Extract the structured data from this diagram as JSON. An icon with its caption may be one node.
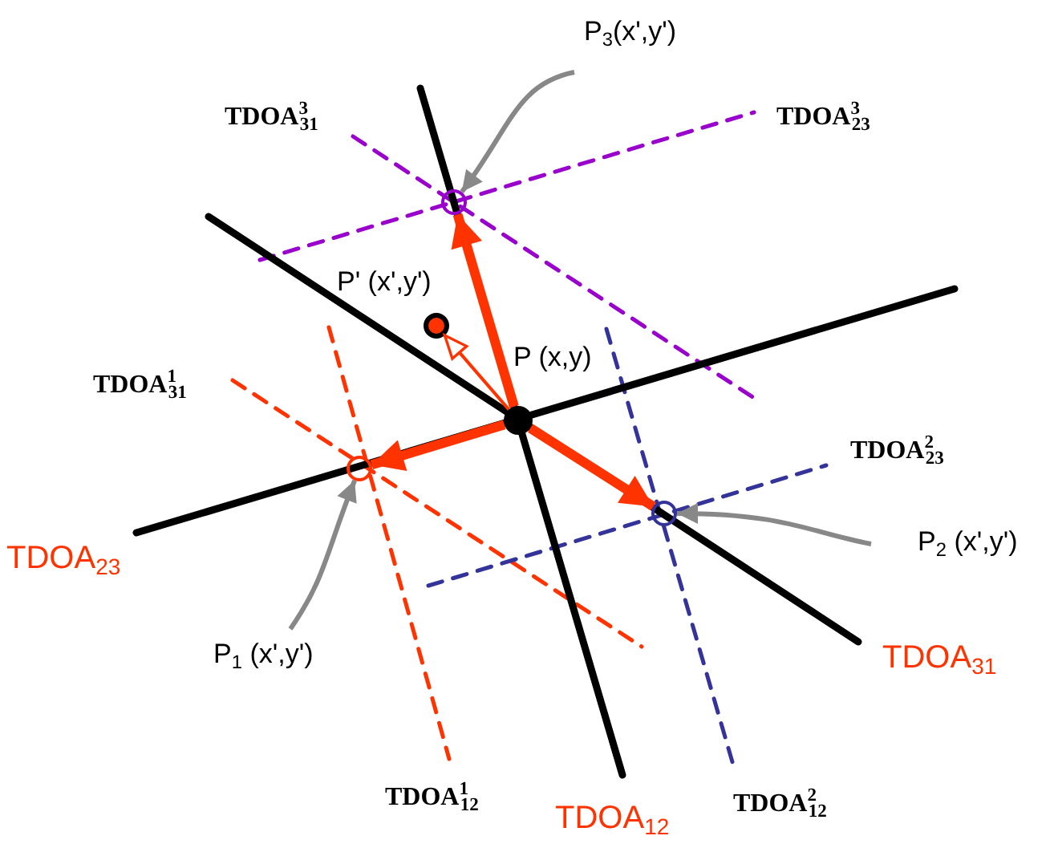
{
  "diagram": {
    "nodes": [
      {
        "text": [],
        "shape": "circle",
        "beside": [
          "P (x,y)"
        ]
      },
      {
        "text": [],
        "shape": "circle",
        "beside": [
          "P' (x',y')"
        ]
      },
      {
        "text": [],
        "shape": "circle"
      },
      {
        "text": [],
        "shape": "circle"
      },
      {
        "text": [],
        "shape": "circle"
      },
      {
        "text": [
          "P$_{3}$(x',y')"
        ]
      },
      {
        "text": [
          "P$_{2}$ (x',y')"
        ]
      },
      {
        "text": [
          "P$_{1}$ (x',y')"
        ]
      }
    ],
    "edges": [
      {
        "from": 0,
        "to": 2,
        "arrow": "to",
        "style": "thick",
        "color": "#ff3300"
      },
      {
        "from": 0,
        "to": 3,
        "arrow": "to",
        "style": "thick",
        "color": "#ff3300"
      },
      {
        "from": 0,
        "to": 4,
        "arrow": "to",
        "style": "thick",
        "color": "#ff3300"
      },
      {
        "from": 0,
        "to": 1,
        "arrow": "to",
        "color": "#ff3300"
      },
      {
        "from": 5,
        "to": 2,
        "arrow": "to",
        "color": "#888888"
      },
      {
        "from": 6,
        "to": 4,
        "arrow": "to",
        "color": "#888888"
      },
      {
        "from": 7,
        "to": 3,
        "arrow": "to",
        "color": "#888888"
      }
    ],
    "labels": [
      "TDOA$^{3}$$_{31}$",
      "TDOA$^{3}$$_{23}$",
      "TDOA$^{1}$$_{31}$",
      "TDOA$^{2}$$_{23}$",
      "TDOA$_{23}$",
      "TDOA$_{31}$",
      "TDOA$^{1}$$_{12}$",
      "TDOA$_{12}$",
      "TDOA$^{2}$$_{12}$"
    ]
  }
}
